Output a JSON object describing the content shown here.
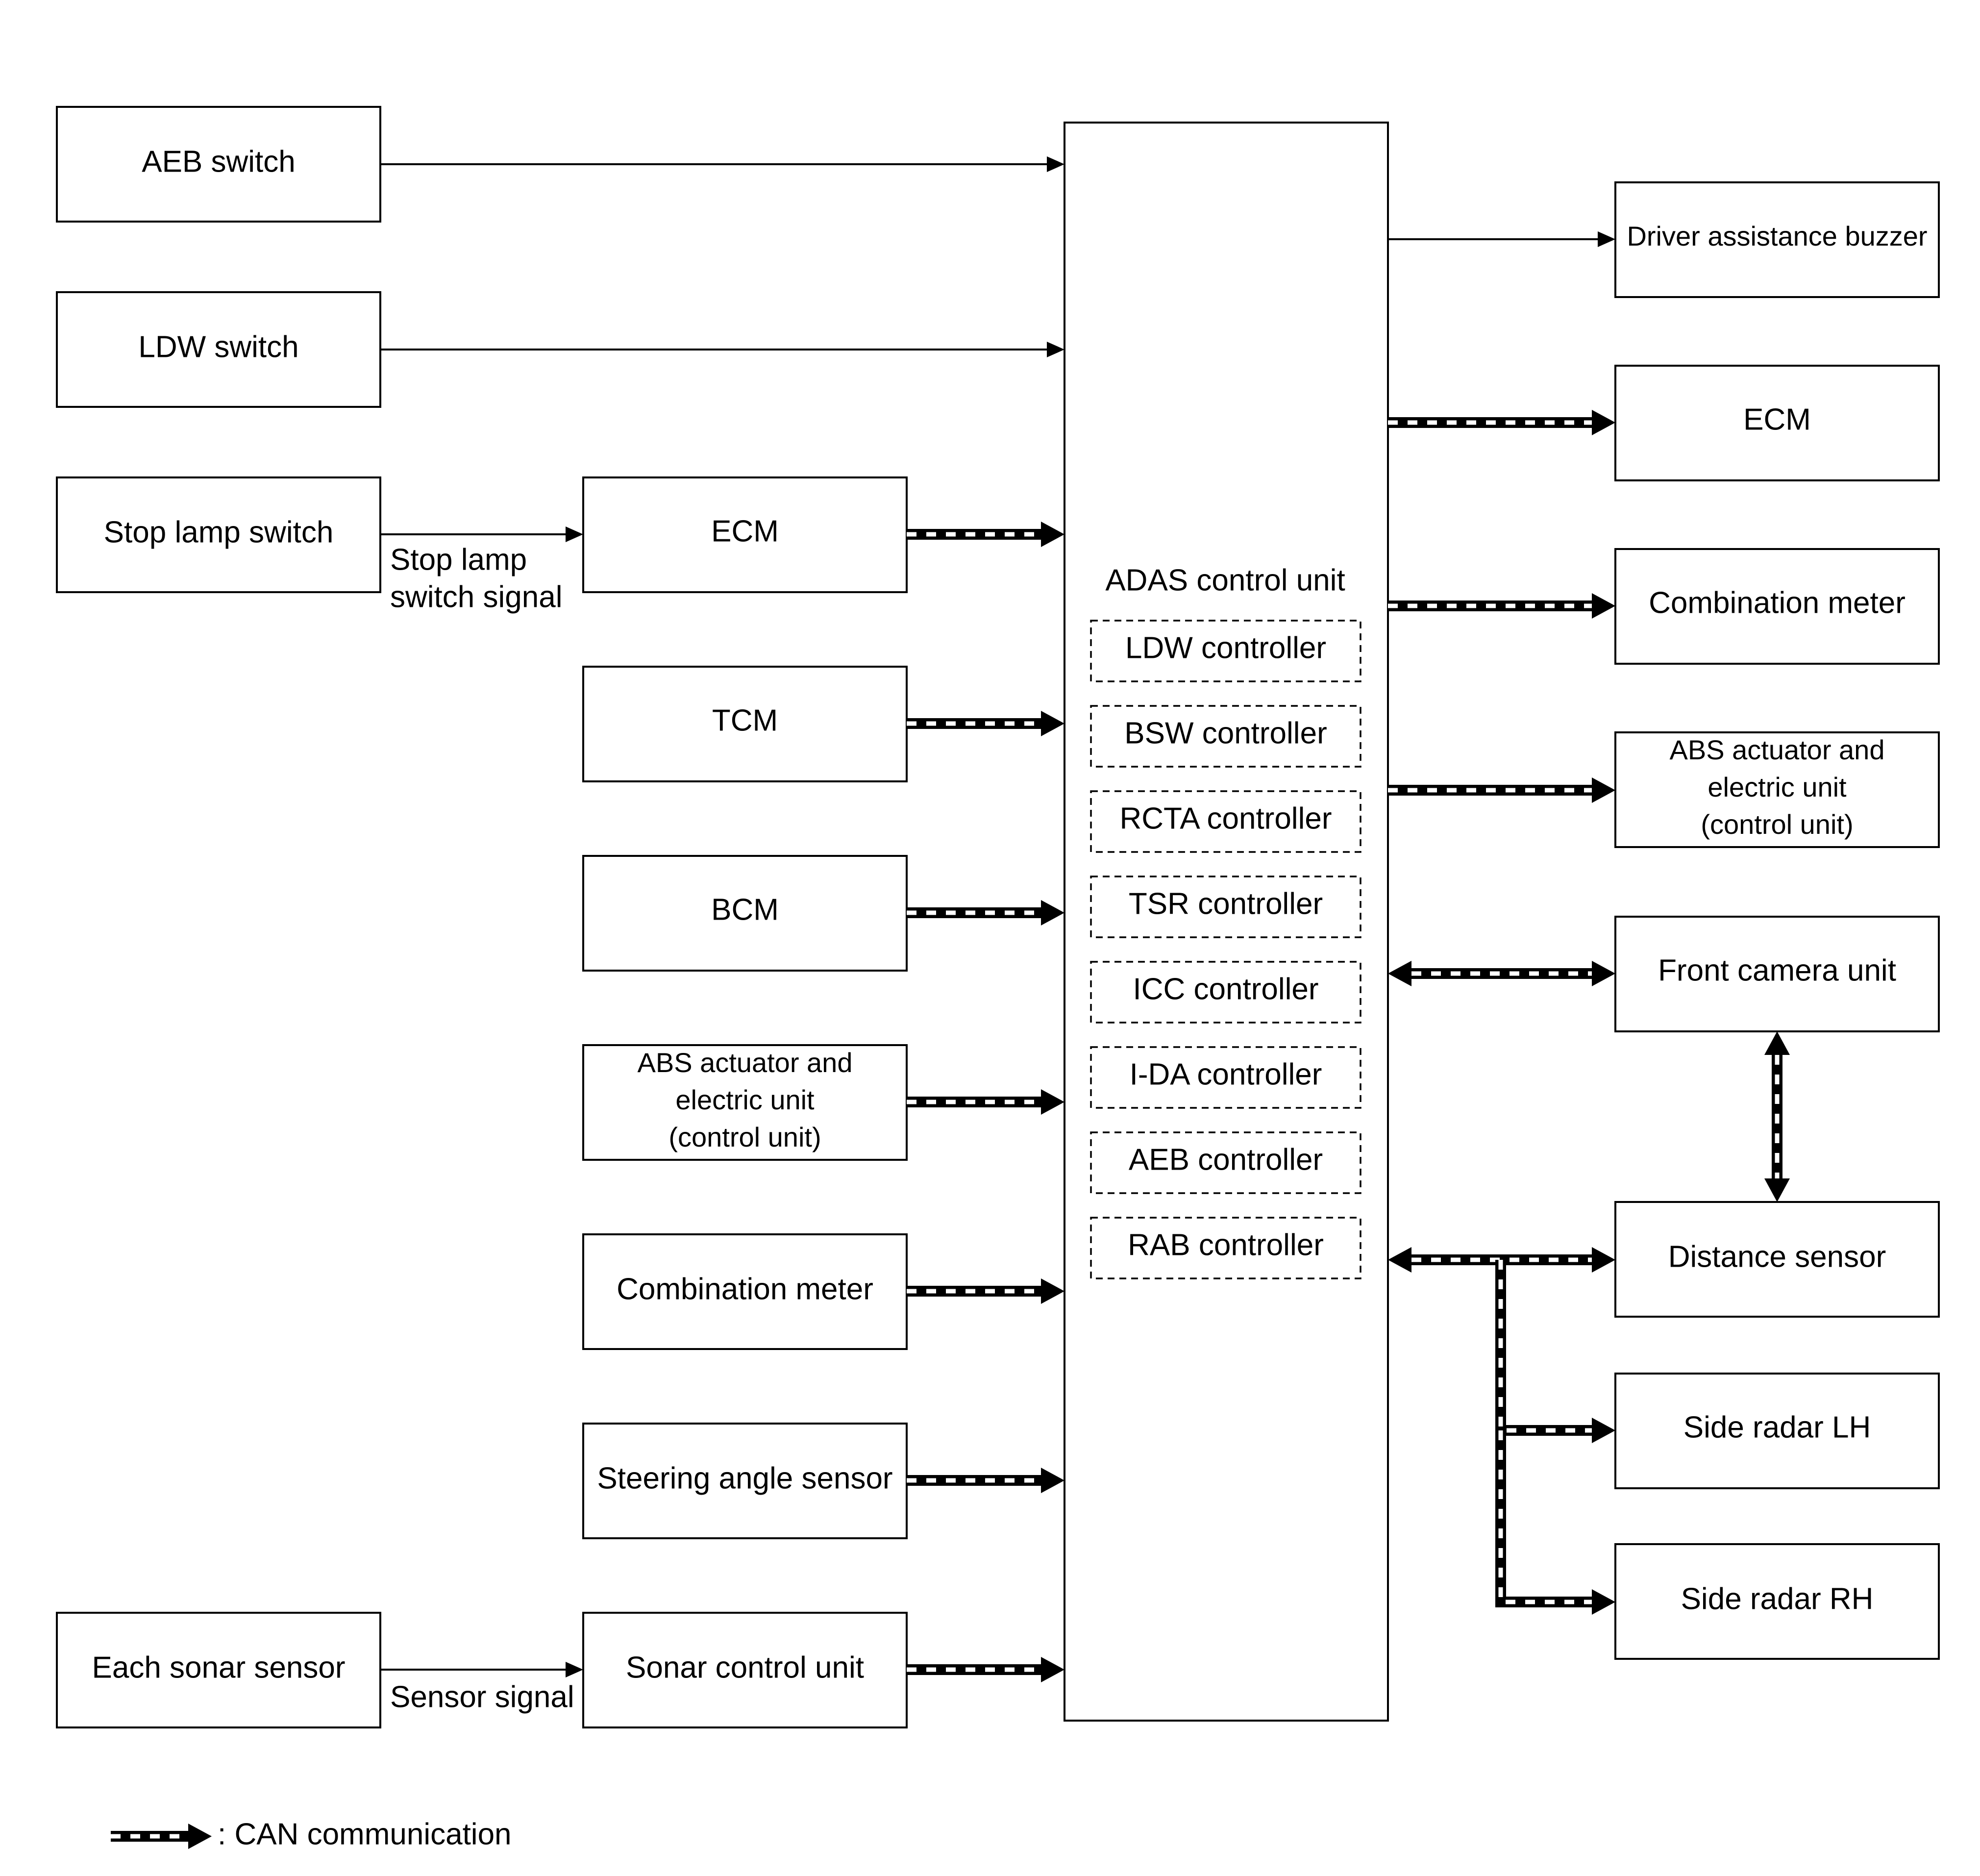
{
  "inputs": {
    "aeb_switch": "AEB switch",
    "ldw_switch": "LDW switch",
    "stop_lamp_switch": "Stop lamp switch",
    "each_sonar_sensor": "Each sonar sensor"
  },
  "signals": {
    "stop_lamp_line1": "Stop lamp",
    "stop_lamp_line2": "switch signal",
    "sensor_signal": "Sensor signal"
  },
  "modules_left": {
    "ecm": "ECM",
    "tcm": "TCM",
    "bcm": "BCM",
    "abs_line1": "ABS actuator and",
    "abs_line2": "electric unit",
    "abs_line3": "(control unit)",
    "combination_meter": "Combination meter",
    "steering_angle_sensor": "Steering angle sensor",
    "sonar_control_unit": "Sonar control unit"
  },
  "adas": {
    "title": "ADAS control unit",
    "controllers": [
      "LDW controller",
      "BSW controller",
      "RCTA controller",
      "TSR controller",
      "ICC controller",
      "I-DA controller",
      "AEB controller",
      "RAB controller"
    ]
  },
  "outputs": {
    "driver_assistance_buzzer": "Driver assistance buzzer",
    "ecm": "ECM",
    "combination_meter": "Combination meter",
    "abs_line1": "ABS actuator and",
    "abs_line2": "electric unit",
    "abs_line3": "(control unit)",
    "front_camera_unit": "Front camera unit",
    "distance_sensor": "Distance sensor",
    "side_radar_lh": "Side radar LH",
    "side_radar_rh": "Side radar RH"
  },
  "legend": {
    "can_label": ": CAN communication"
  }
}
